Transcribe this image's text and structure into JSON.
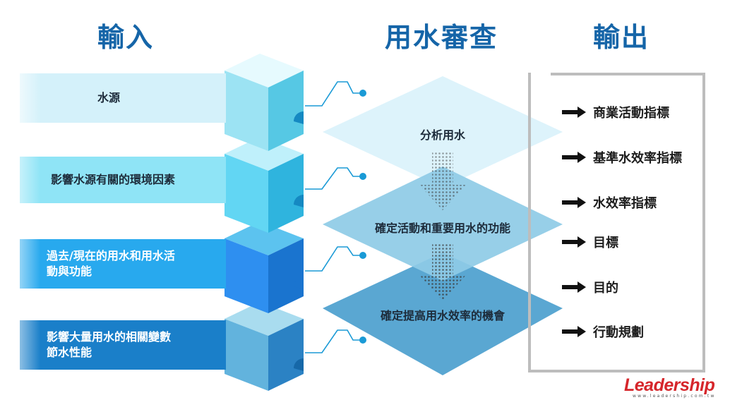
{
  "titles": {
    "input": "輸入",
    "review": "用水審查",
    "output": "輸出"
  },
  "inputs": [
    {
      "text": "水源",
      "color": "#d4f1fa"
    },
    {
      "text": "影響水源有關的環境因素",
      "color": "#8fe4f6"
    },
    {
      "text": "過去/現在的用水和用水活\n動與功能",
      "color": "#28a9ee"
    },
    {
      "text": "影響大量用水的相關變數\n節水性能",
      "color": "#1a7fc9"
    }
  ],
  "steps": [
    {
      "text": "分析用水"
    },
    {
      "text": "確定活動和重要用水的功能"
    },
    {
      "text": "確定提高用水效率的機會"
    }
  ],
  "outputs": [
    "商業活動指標",
    "基準水效率指標",
    "水效率指標",
    "目標",
    "目的",
    "行動規劃"
  ],
  "icons": {
    "output_arrow": "right-arrow-icon"
  },
  "colors": {
    "title": "#1565a8",
    "diamond_1": "#ddf3fb",
    "diamond_2": "#8ecbe6",
    "diamond_3": "#5aa7d2",
    "connector": "#1a9ad6",
    "logo": "#d6262b",
    "panel_border": "#bdbdbd"
  },
  "logo": {
    "name": "Leadership",
    "url": "www.leadership.com.tw"
  }
}
